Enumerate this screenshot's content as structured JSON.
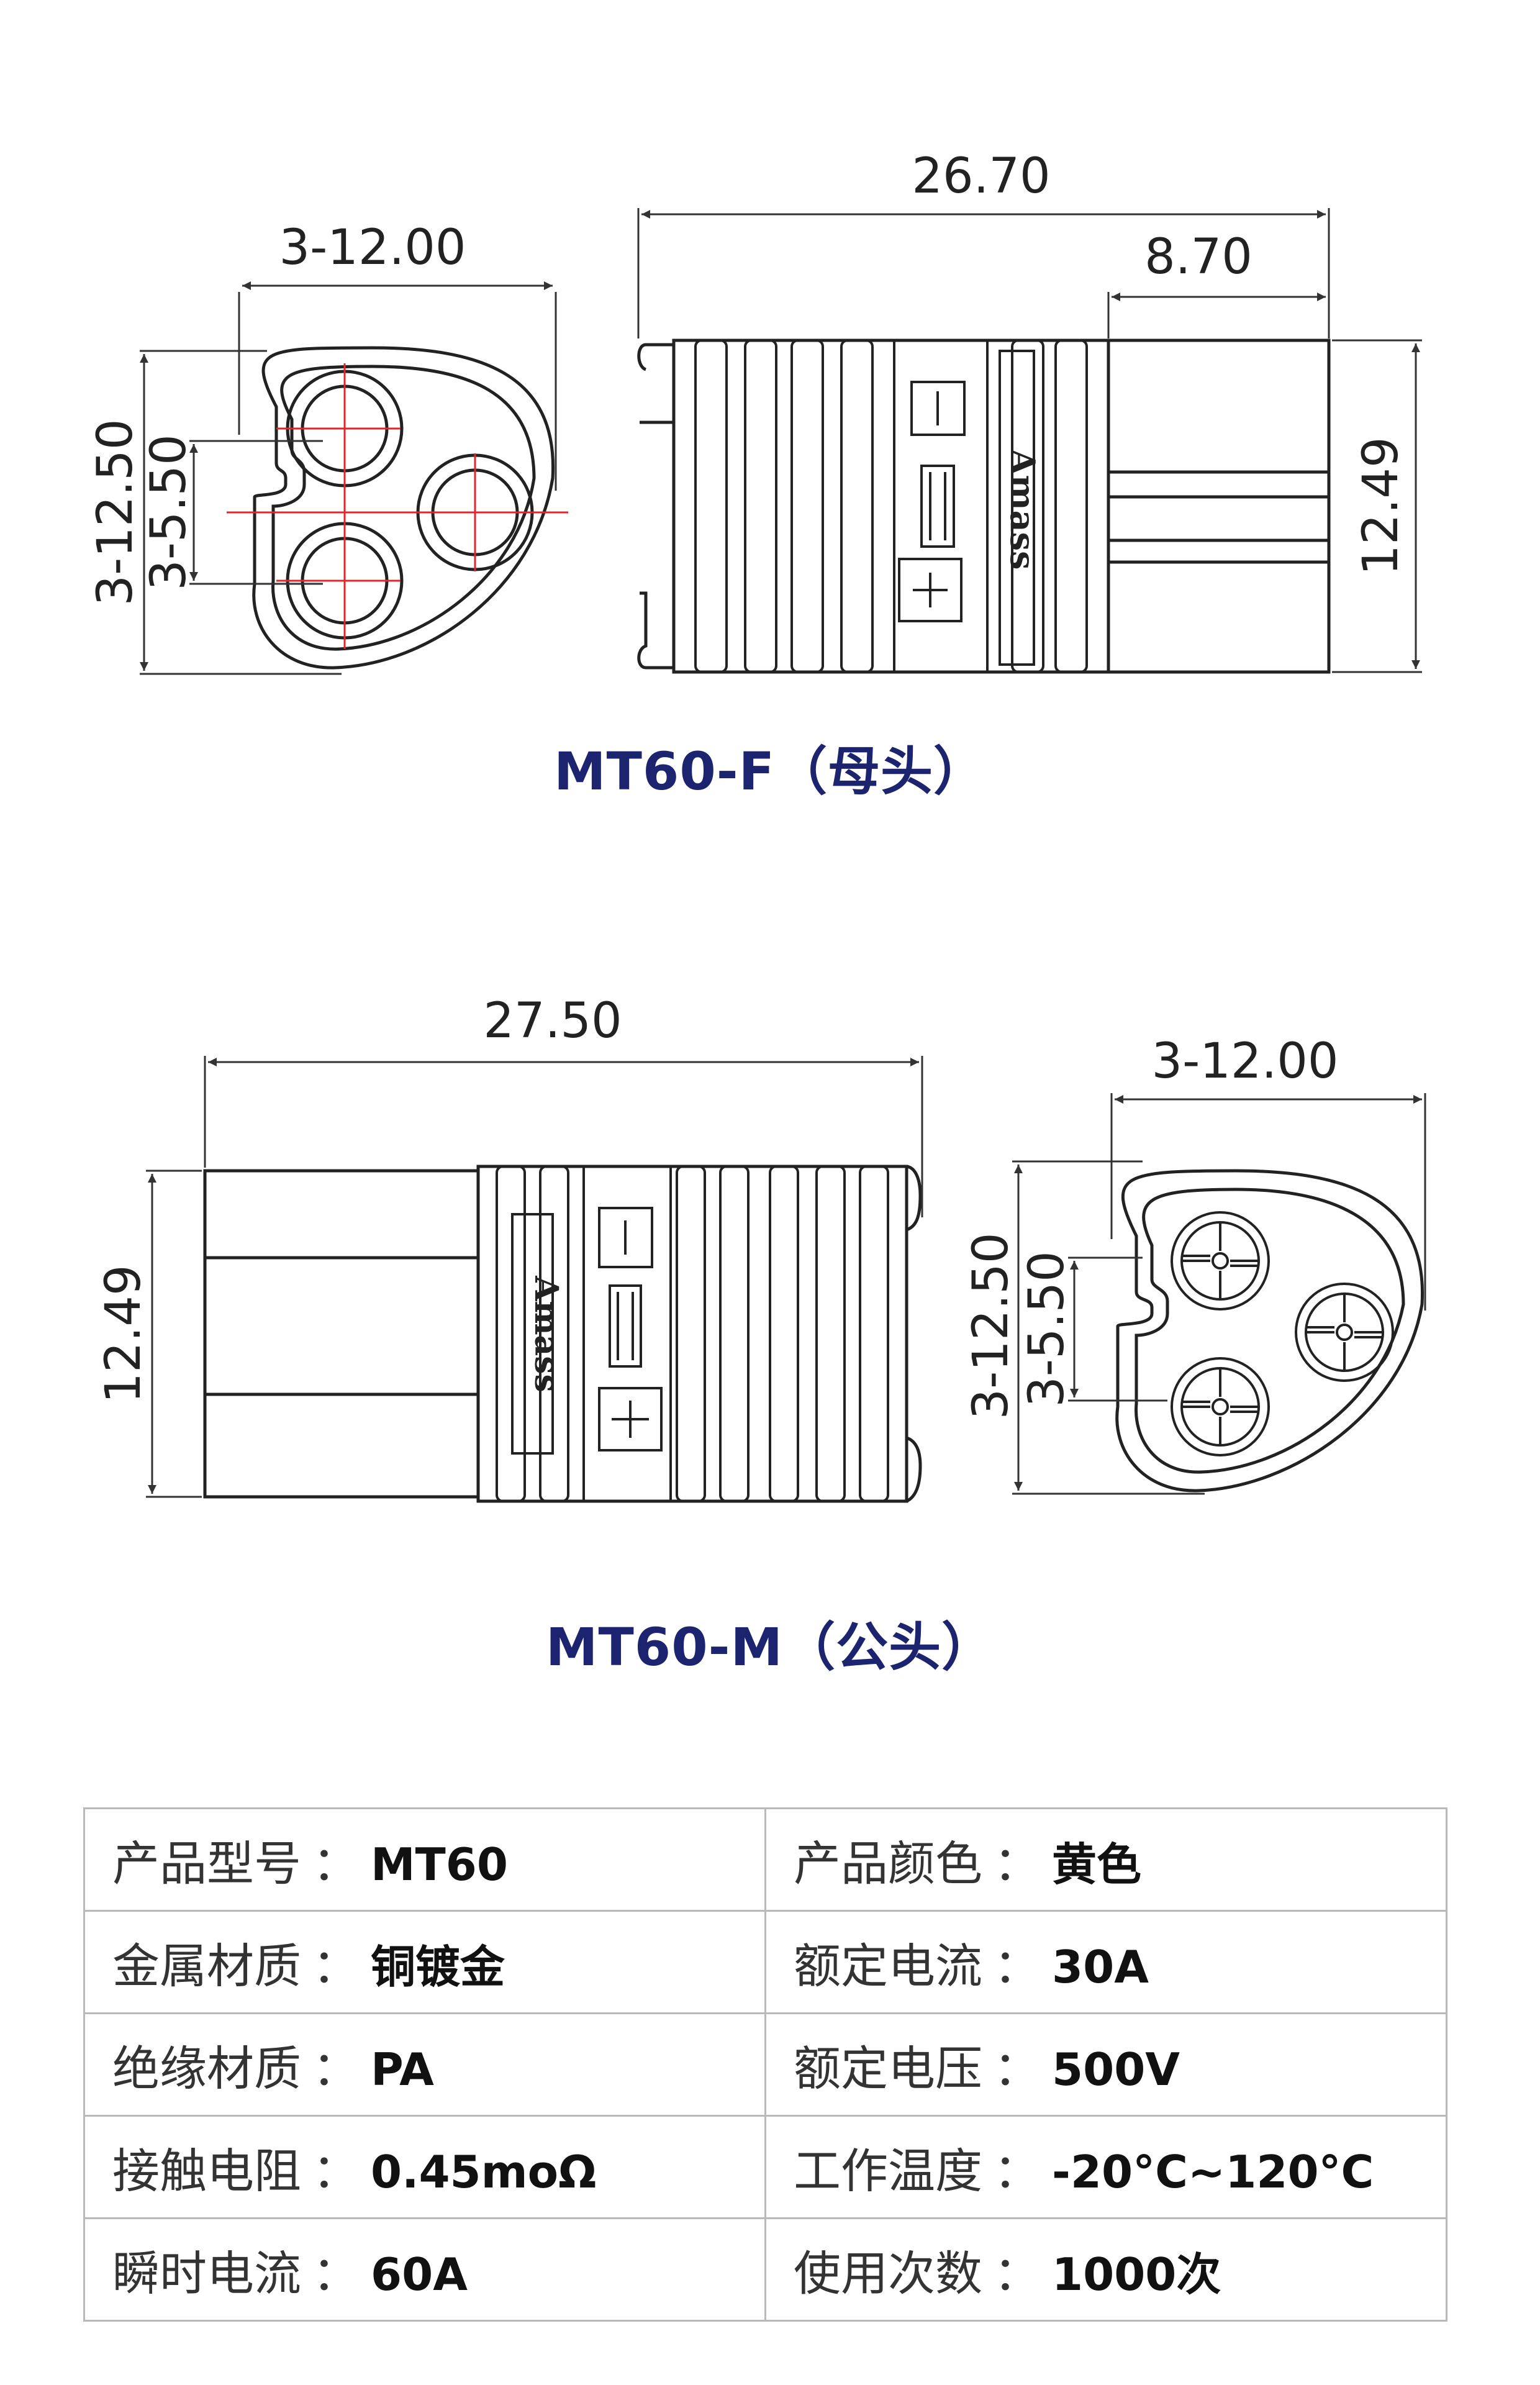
{
  "female": {
    "caption": "MT60-F（母头）",
    "dims": {
      "pin_pitch": "3-12.00",
      "height_outer": "3-12.50",
      "height_inner": "3-5.50",
      "overall_length": "26.70",
      "nose_length": "8.70",
      "body_height": "12.49"
    },
    "housing_mark": "Amass",
    "minus_symbol": "−",
    "plus_symbol": "+"
  },
  "male": {
    "caption": "MT60-M（公头）",
    "dims": {
      "overall_length": "27.50",
      "body_height": "12.49",
      "pin_pitch": "3-12.00",
      "height_outer": "3-12.50",
      "height_inner": "3-5.50"
    },
    "housing_mark": "Amass",
    "minus_symbol": "−",
    "plus_symbol": "+"
  },
  "specs": {
    "separator": "：",
    "rows": [
      {
        "left_label": "产品型号",
        "left_value": "MT60",
        "right_label": "产品颜色",
        "right_value": "黄色"
      },
      {
        "left_label": "金属材质",
        "left_value": "铜镀金",
        "right_label": "额定电流",
        "right_value": "30A"
      },
      {
        "left_label": "绝缘材质",
        "left_value": "PA",
        "right_label": "额定电压",
        "right_value": "500V"
      },
      {
        "left_label": "接触电阻",
        "left_value": "0.45moΩ",
        "right_label": "工作温度",
        "right_value": "-20°C~120°C"
      },
      {
        "left_label": "瞬时电流",
        "left_value": "60A",
        "right_label": "使用次数",
        "right_value": "1000次"
      }
    ]
  }
}
